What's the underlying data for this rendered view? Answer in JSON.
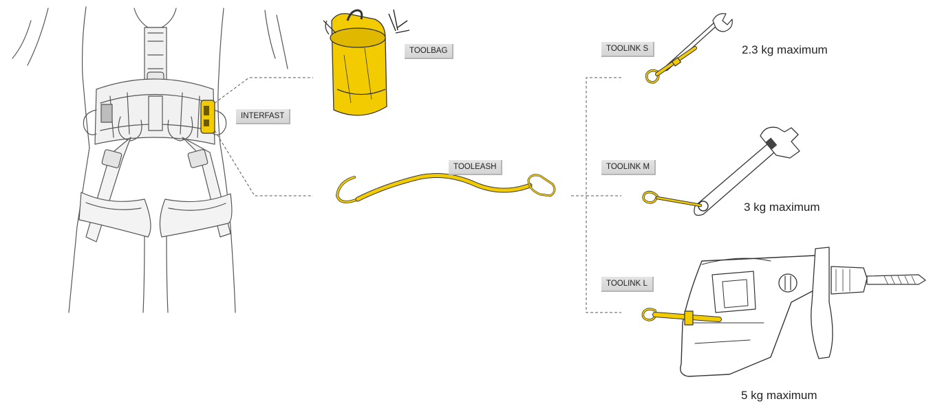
{
  "labels": {
    "interfast": "INTERFAST",
    "toolbag": "TOOLBAG",
    "tooleash": "TOOLEASH",
    "toolink_s": "TOOLINK S",
    "toolink_m": "TOOLINK M",
    "toolink_l": "TOOLINK L"
  },
  "captions": {
    "toolink_s_max": "2.3 kg maximum",
    "toolink_m_max": "3 kg maximum",
    "toolink_l_max": "5 kg maximum"
  },
  "colors": {
    "accent_yellow": "#f2cc00",
    "line_gray": "#555555",
    "tag_background": "#dddddd"
  }
}
